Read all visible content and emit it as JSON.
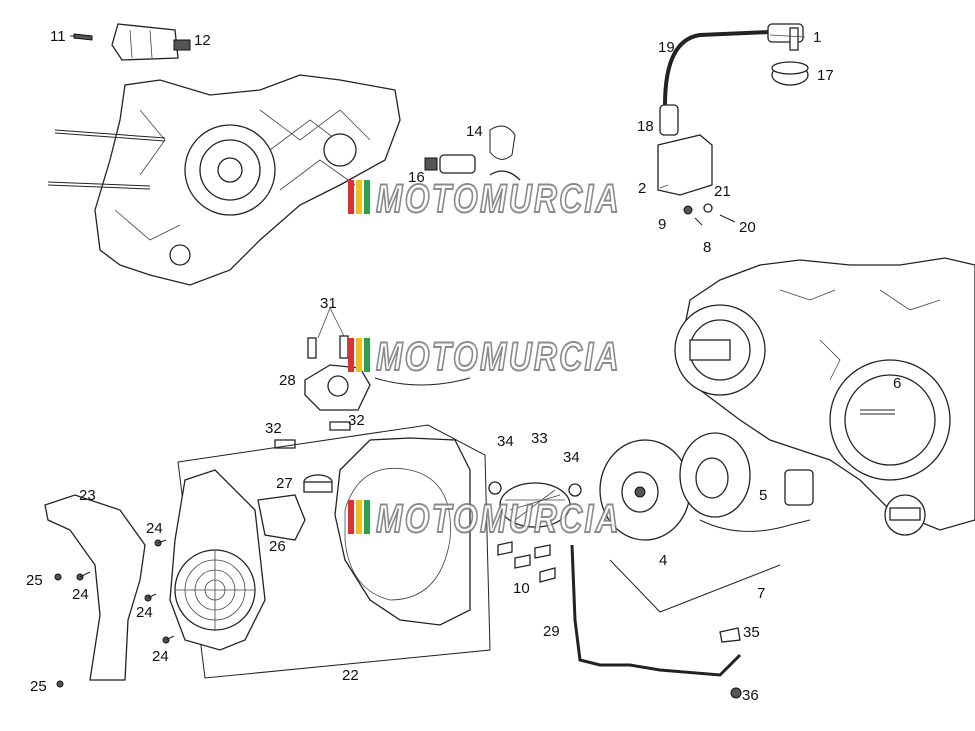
{
  "callouts": {
    "c1": "1",
    "c2": "2",
    "c4": "4",
    "c5": "5",
    "c6": "6",
    "c7": "7",
    "c8": "8",
    "c9": "9",
    "c10": "10",
    "c11": "11",
    "c12": "12",
    "c14": "14",
    "c16": "16",
    "c17": "17",
    "c18": "18",
    "c19": "19",
    "c20": "20",
    "c21": "21",
    "c22": "22",
    "c23": "23",
    "c24a": "24",
    "c24b": "24",
    "c24c": "24",
    "c24d": "24",
    "c25a": "25",
    "c25b": "25",
    "c26": "26",
    "c27": "27",
    "c28": "28",
    "c29": "29",
    "c31": "31",
    "c32a": "32",
    "c32b": "32",
    "c33": "33",
    "c34a": "34",
    "c34b": "34",
    "c35": "35",
    "c36": "36"
  },
  "watermark": "MOTOMURCIA",
  "brand_colors": [
    "#e03030",
    "#f0c020",
    "#30a050"
  ]
}
